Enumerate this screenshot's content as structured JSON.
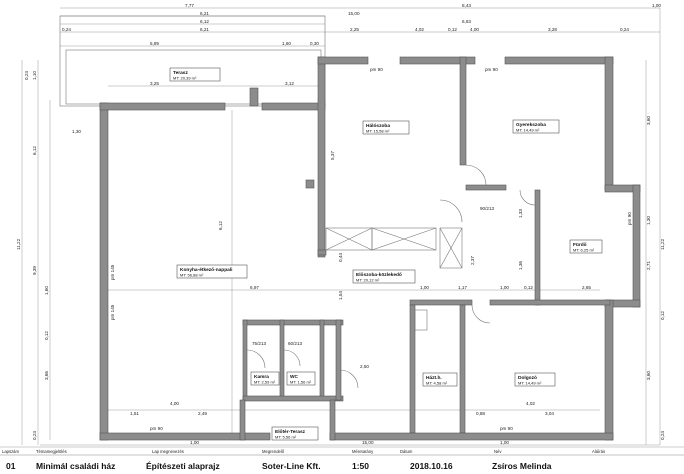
{
  "rooms": [
    {
      "name": "Terasz",
      "area": "MT: 20,39 m²"
    },
    {
      "name": "Hálószoba",
      "area": "MT: 15,58 m²"
    },
    {
      "name": "Gyerekszoba",
      "area": "MT: 14,49 m²"
    },
    {
      "name": "Konyha-étkező-nappali",
      "area": "MT: 56,88 m²"
    },
    {
      "name": "Előszoba-közlekedő",
      "area": "MT: 20,12 m²"
    },
    {
      "name": "Fürdő",
      "area": "MT: 6,25 m²"
    },
    {
      "name": "Kamra",
      "area": "MT: 2,59 m²"
    },
    {
      "name": "WC",
      "area": "MT: 1,56 m²"
    },
    {
      "name": "Házt.h.",
      "area": "MT: 4,58 m²"
    },
    {
      "name": "Dolgozó",
      "area": "MT: 14,49 m²"
    },
    {
      "name": "Előtér-Terasz",
      "area": "MT: 5,56 m²"
    }
  ],
  "dimensions": {
    "top": [
      "7,77",
      "6,21",
      "6,12",
      "6,21",
      "15,00",
      "8,43",
      "1,00",
      "6,63",
      "4,02",
      "3,28",
      "2,25",
      "4,00",
      "0,12",
      "0,24",
      "0,24",
      "5,89",
      "1,60",
      "0,30",
      "3,25",
      "3,12",
      "1,30"
    ],
    "inner": [
      "6,97",
      "6,12",
      "1,00",
      "1,17",
      "1,00",
      "0,12",
      "2,65",
      "2,50",
      "4,00",
      "2,49",
      "1,51",
      "4,02",
      "3,04",
      "0,88",
      "5,37",
      "2,37",
      "1,54",
      "0,44",
      "1,36",
      "1,33"
    ],
    "left": [
      "11,22",
      "6,12",
      "9,39",
      "1,60",
      "0,12",
      "3,66",
      "0,24",
      "1,10",
      "0,24"
    ],
    "right": [
      "11,22",
      "3,60",
      "3,60",
      "2,71",
      "1,30",
      "0,12",
      "0,24"
    ],
    "bottom": [
      "15,00",
      "1,00",
      "1,00"
    ],
    "openings": [
      "pm 90",
      "pm 90",
      "pm 90",
      "pm 90",
      "pm 145",
      "pm 145",
      "pm 90",
      "90/213",
      "75/213",
      "60/213"
    ]
  },
  "title_block": {
    "labels": [
      "Lapszám",
      "Témamegjelölés",
      "Lap megnevezés",
      "Megrendelő",
      "Méretarány",
      "Dátum",
      "Név",
      "Aláírás"
    ],
    "sheet": "01",
    "project": "Minimál családi ház",
    "sheet_name": "Építészeti alaprajz",
    "client": "Soter-Line Kft.",
    "scale": "1:50",
    "date": "2018.10.16",
    "name": "Zsíros Melinda"
  }
}
